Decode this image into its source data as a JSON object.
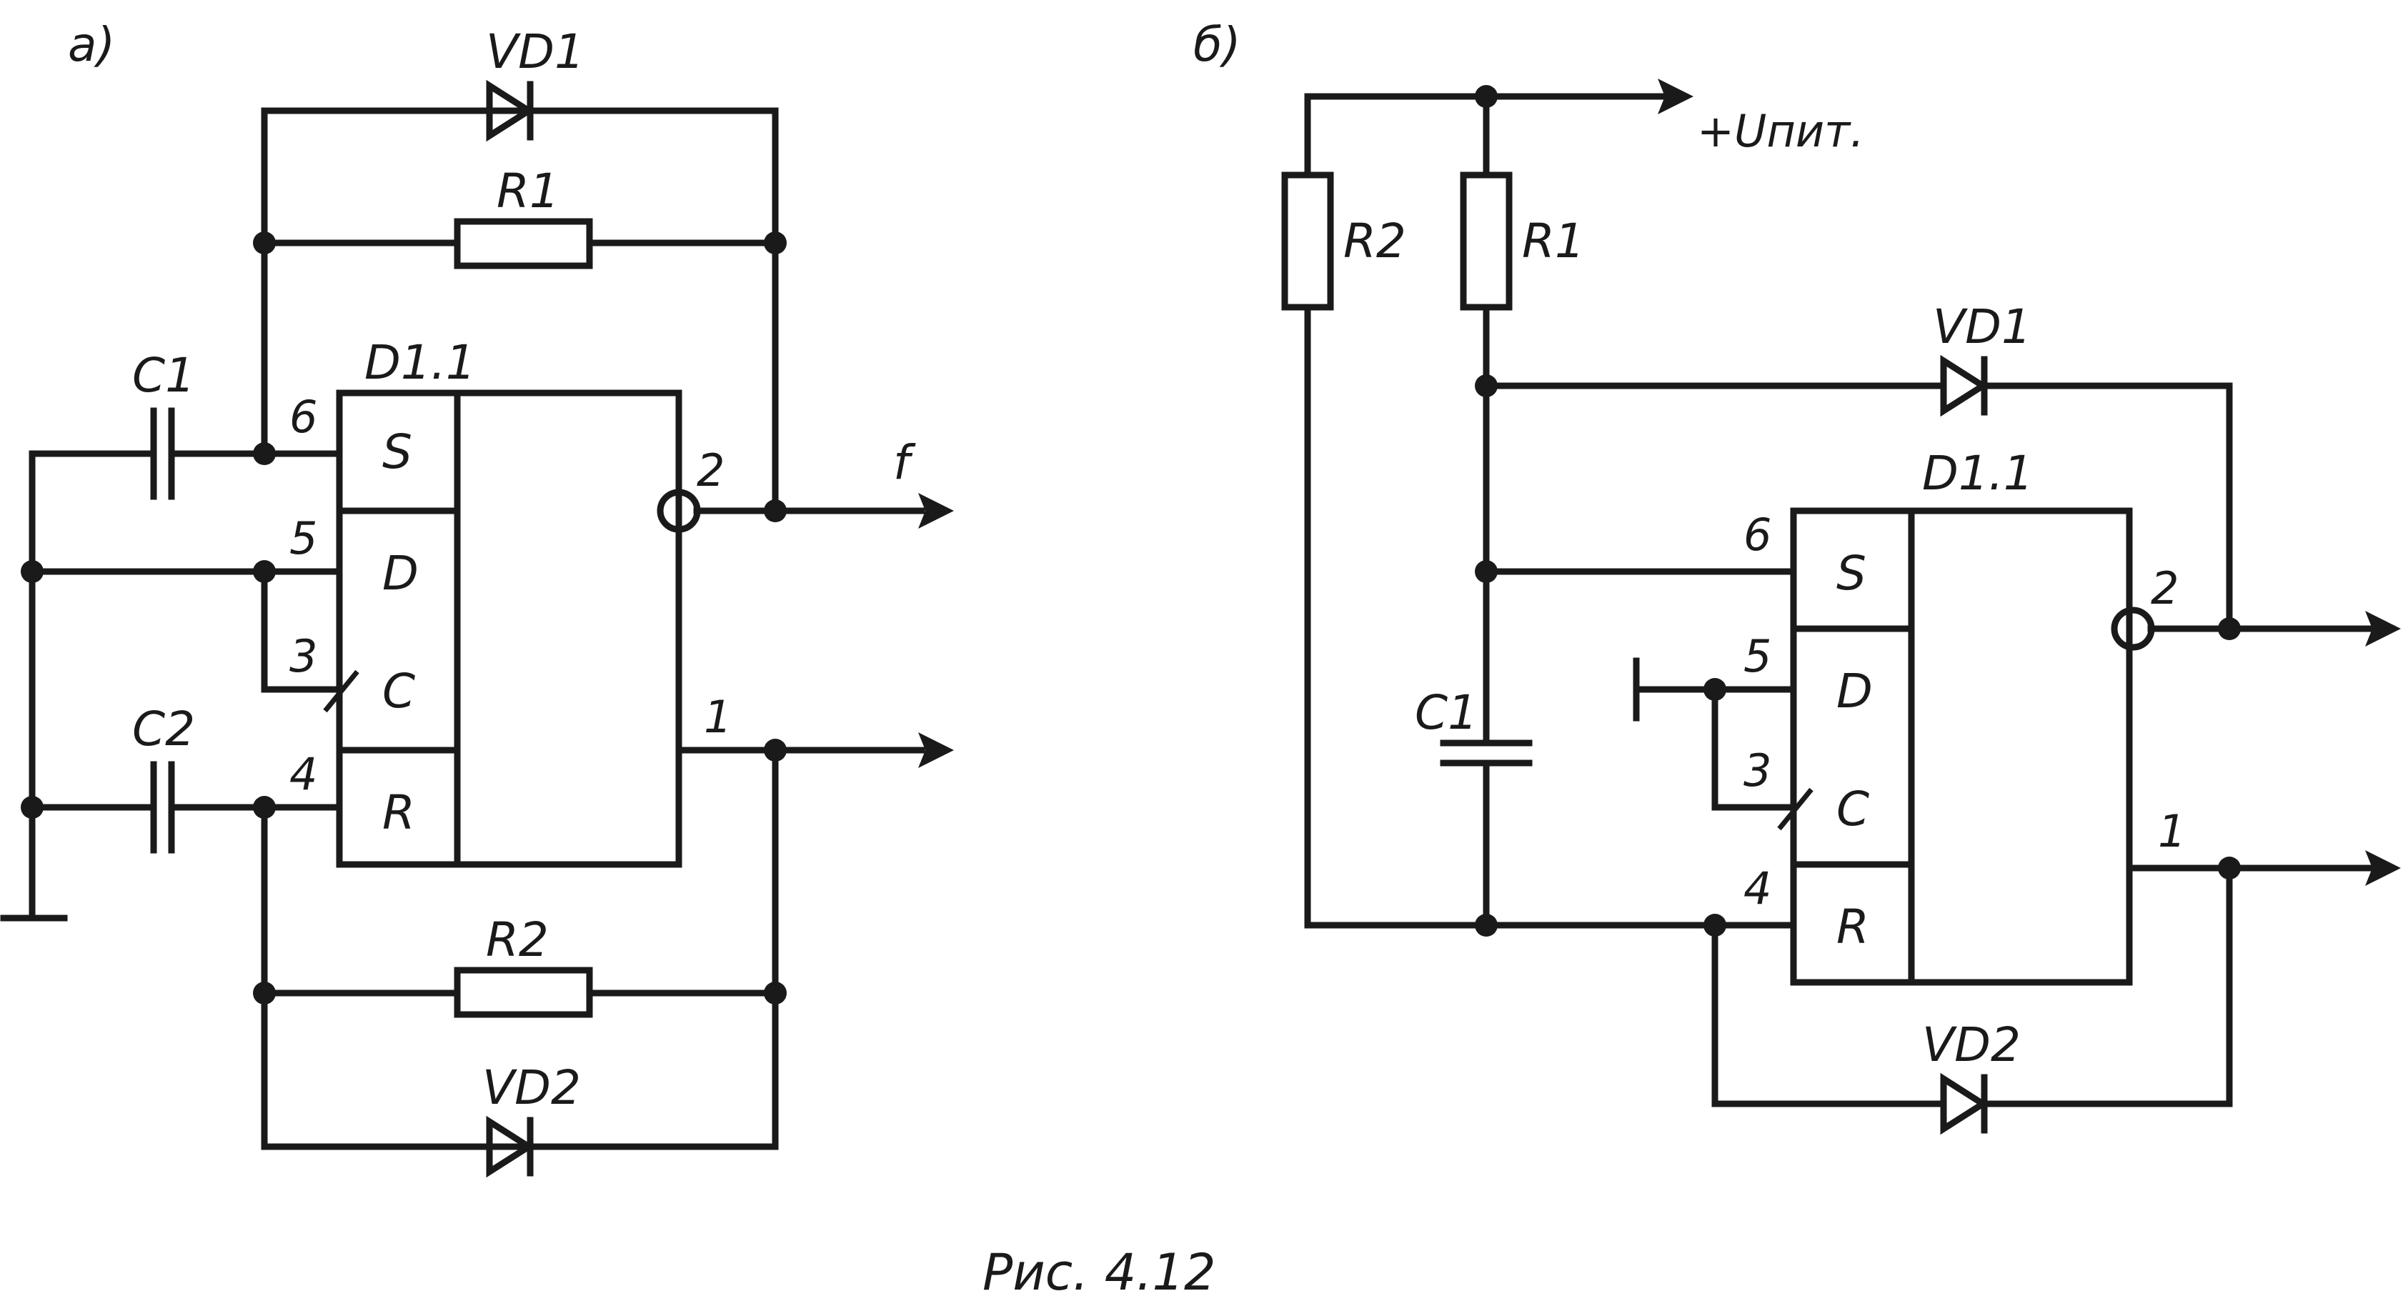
{
  "caption": "Рис. 4.12",
  "diagram_a": {
    "label": "а)",
    "chip": {
      "name": "D1.1",
      "inputs": [
        "S",
        "D",
        "C",
        "R"
      ]
    },
    "pins": {
      "s": "6",
      "d": "5",
      "c": "3",
      "r": "4",
      "q_inv": "2",
      "q": "1"
    },
    "components": {
      "vd1": "VD1",
      "r1": "R1",
      "c1": "C1",
      "c2": "C2",
      "r2": "R2",
      "vd2": "VD2"
    },
    "output_label": "f"
  },
  "diagram_b": {
    "label": "б)",
    "chip": {
      "name": "D1.1",
      "inputs": [
        "S",
        "D",
        "C",
        "R"
      ]
    },
    "pins": {
      "s": "6",
      "d": "5",
      "c": "3",
      "r": "4",
      "q_inv": "2",
      "q": "1"
    },
    "components": {
      "r1": "R1",
      "r2": "R2",
      "vd1": "VD1",
      "c1": "C1",
      "vd2": "VD2"
    },
    "supply_label": "+Uпит."
  }
}
